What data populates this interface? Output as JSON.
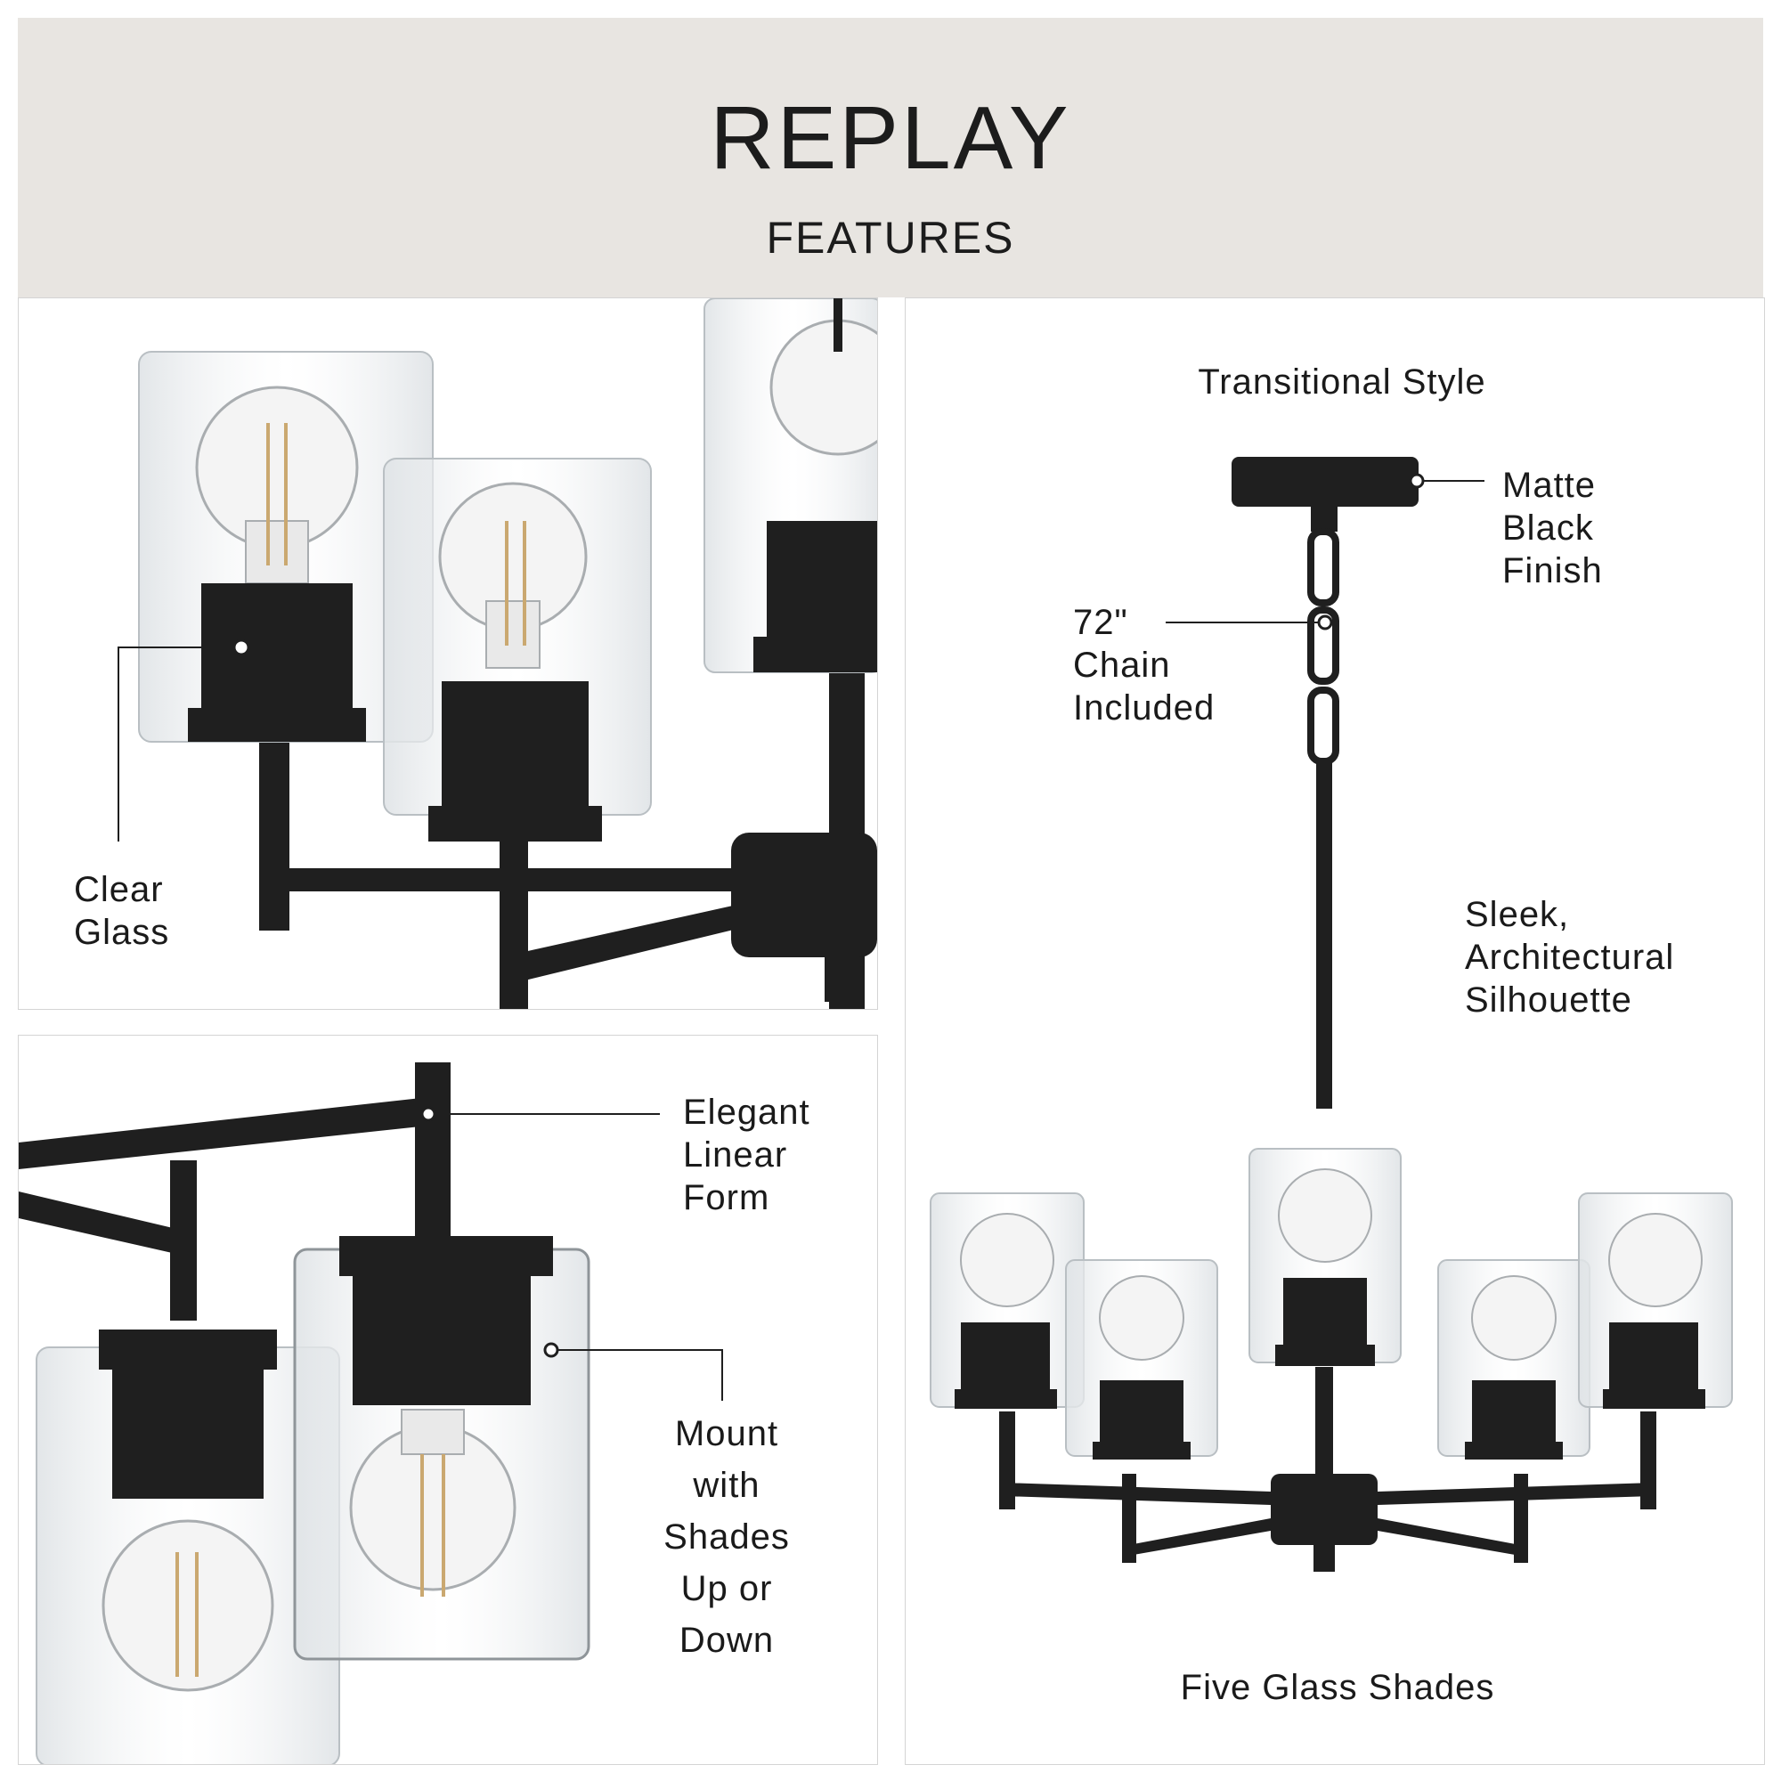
{
  "header": {
    "title": "REPLAY",
    "subtitle": "FEATURES"
  },
  "panels": {
    "top_left": {
      "callout": "Clear\nGlass"
    },
    "bottom_left": {
      "callout_form": "Elegant\nLinear\nForm",
      "callout_mount": "Mount\nwith\nShades\nUp or\nDown"
    },
    "right": {
      "style": "Transitional Style",
      "finish": "Matte\nBlack\nFinish",
      "chain": "72\"\nChain\nIncluded",
      "silhouette": "Sleek,\nArchitectural\nSilhouette",
      "shades": "Five Glass Shades"
    }
  },
  "colors": {
    "header_bg": "#e8e5e1",
    "metal": "#1f1f1f",
    "glass": "#eef1f3",
    "border": "#d4d4d4"
  }
}
